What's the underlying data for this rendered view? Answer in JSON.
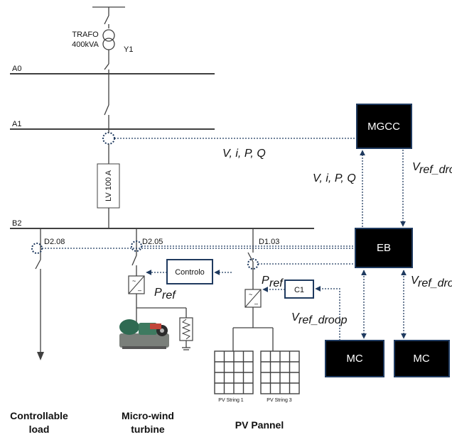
{
  "diagram": {
    "transformer": {
      "name": "TRAFO",
      "rating": "400kVA",
      "vector": "Y1"
    },
    "buses": {
      "a0": "A0",
      "a1": "A1",
      "b2": "B2"
    },
    "lv_breaker": "LV 100 A",
    "feeders": {
      "d208": "D2.08",
      "d205": "D2.05",
      "d103": "D1.03"
    },
    "blocks": {
      "mgcc": "MGCC",
      "eb": "EB",
      "mc1": "MC",
      "mc2": "MC",
      "controlo": "Controlo",
      "c1": "C1"
    },
    "signals": {
      "vipq_1": "V, i, P, Q",
      "vipq_2": "V, i, P, Q",
      "vref_1_main": "V",
      "vref_1_sub": "ref_droop",
      "vref_2_main": "V",
      "vref_2_sub": "ref_droop",
      "vref_3_main": "V",
      "vref_3_sub": "ref_droop",
      "pref_1_main": "P",
      "pref_1_sub": "ref",
      "pref_2_main": "P",
      "pref_2_sub": "ref"
    },
    "pv_strings": {
      "s1": "PV String 1",
      "s3": "PV String 3"
    },
    "captions": {
      "load_l1": "Controllable",
      "load_l2": "load",
      "wind_l1": "Micro-wind",
      "wind_l2": "turbine",
      "pv": "PV Pannel"
    },
    "colors": {
      "block_fill": "#000000",
      "block_border": "#1f3a5f",
      "link": "#1f3a5f",
      "line": "#404040"
    }
  }
}
